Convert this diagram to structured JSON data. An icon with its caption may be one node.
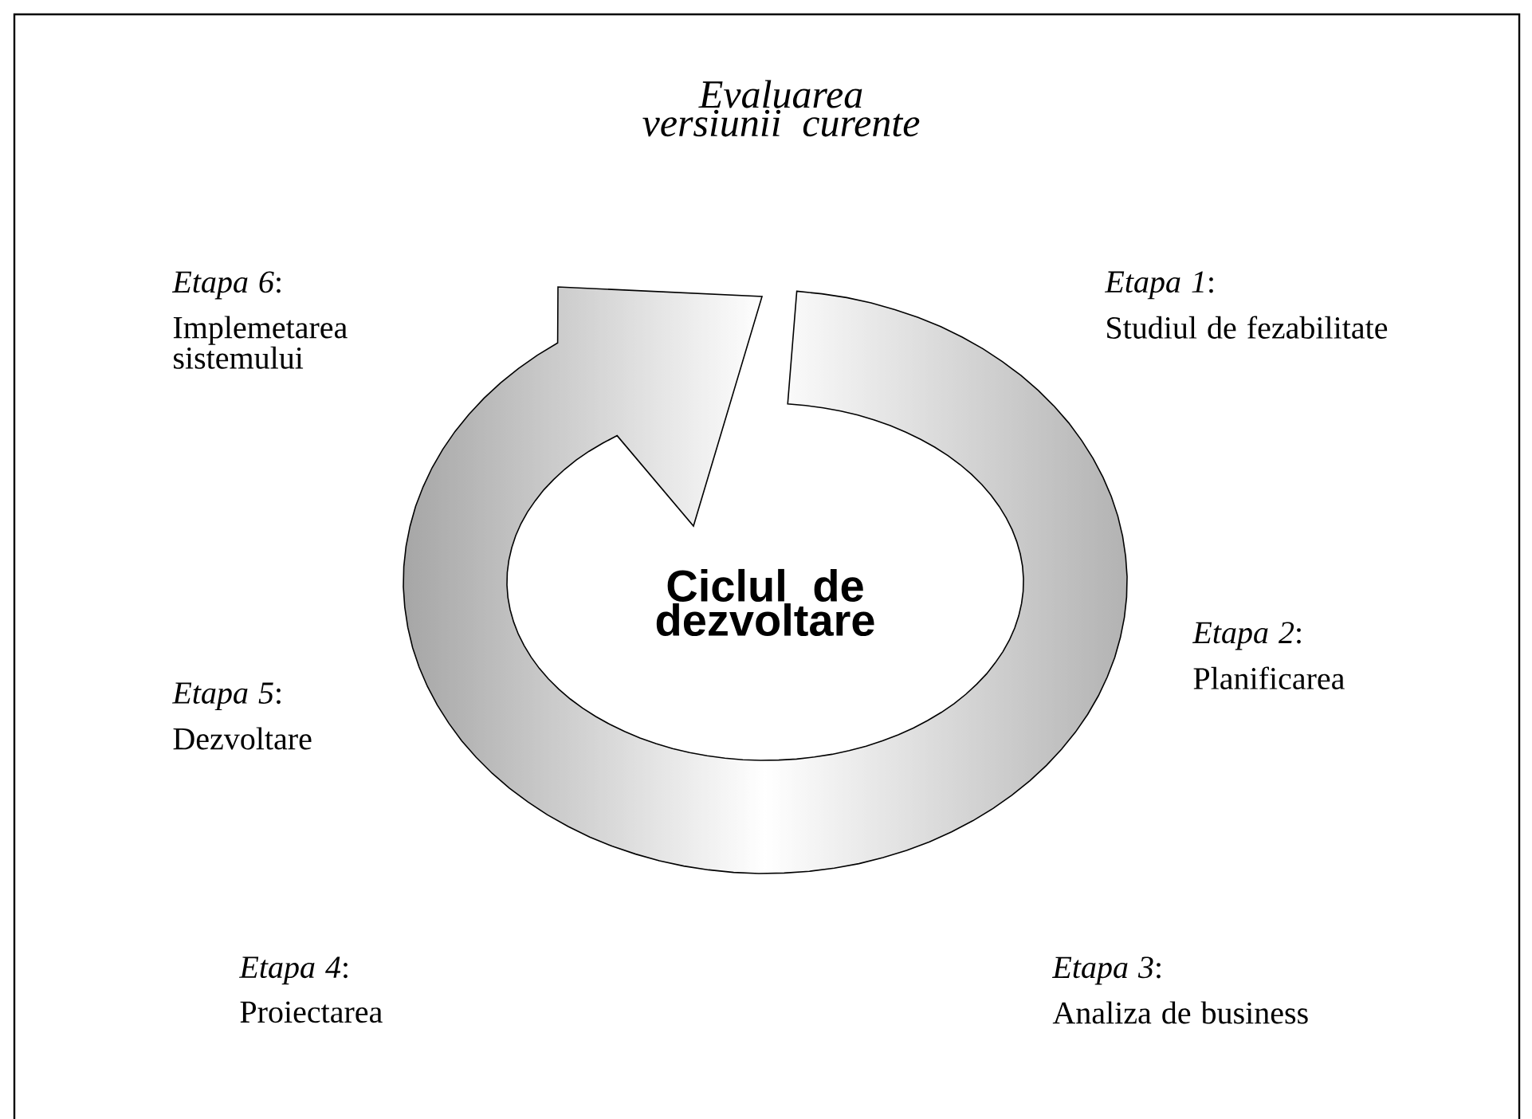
{
  "diagram": {
    "labels": [
      "Evaluarea versiunii curente",
      "*Etapa 6*:",
      "Implemetarea sistemului",
      "*Etapa 1*:",
      "Studiul de fezabilitate",
      "Ciclul de dezvoltare",
      "*Etapa 2*:",
      "Planificarea",
      "*Etapa 5*:",
      "Dezvoltare",
      "*Etapa 4*:",
      "Proiectarea",
      "*Etapa 3*:",
      "Analiza de business"
    ]
  }
}
